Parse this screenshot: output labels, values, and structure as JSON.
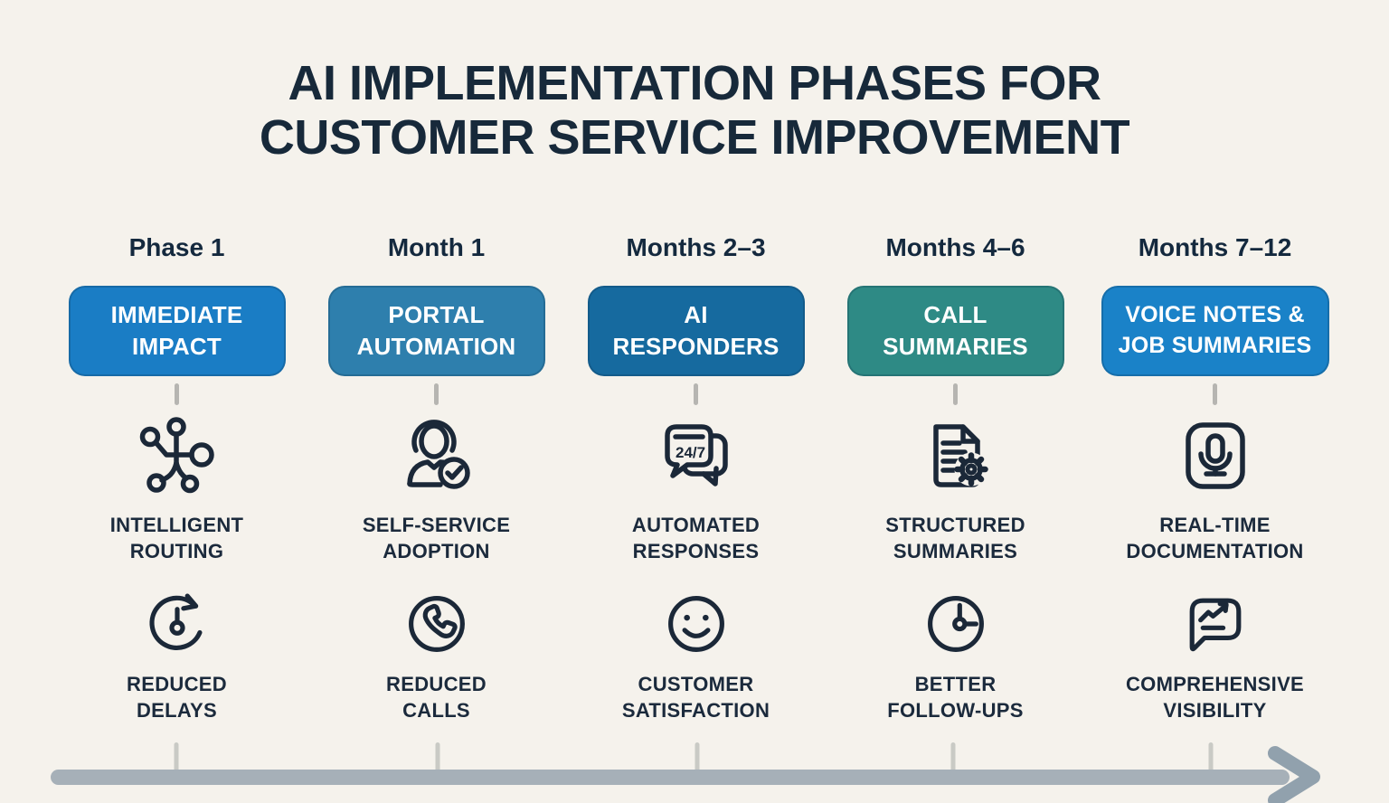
{
  "page": {
    "background": "#f5f2ec",
    "title": "AI IMPLEMENTATION PHASES FOR\nCUSTOMER SERVICE IMPROVEMENT",
    "title_color": "#17293a"
  },
  "timeline": {
    "bar_color": "#a6b0b8",
    "tick_color": "#c9cac5",
    "arrow_color": "#91a1ad",
    "direction": "right"
  },
  "icon_stroke_color": "#1b2838",
  "columns": [
    {
      "phase": "Phase 1",
      "box": {
        "label": "IMMEDIATE\nIMPACT",
        "color": "#1a7dc5",
        "text_color": "#ffffff"
      },
      "items": [
        {
          "icon": "network-hub-icon",
          "label": "INTELLIGENT\nROUTING"
        },
        {
          "icon": "clock-refresh-icon",
          "label": "REDUCED\nDELAYS"
        }
      ]
    },
    {
      "phase": "Month 1",
      "box": {
        "label": "PORTAL\nAUTOMATION",
        "color": "#2e7fad",
        "text_color": "#ffffff"
      },
      "items": [
        {
          "icon": "support-agent-check-icon",
          "label": "SELF-SERVICE\nADOPTION"
        },
        {
          "icon": "phone-call-icon",
          "label": "REDUCED\nCALLS"
        }
      ]
    },
    {
      "phase": "Months 2–3",
      "box": {
        "label": "AI\nRESPONDERS",
        "color": "#166a9f",
        "text_color": "#ffffff"
      },
      "items": [
        {
          "icon": "chat-bubbles-24-7-icon",
          "label": "AUTOMATED\nRESPONSES",
          "badge": "24/7"
        },
        {
          "icon": "smiley-face-icon",
          "label": "CUSTOMER\nSATISFACTION"
        }
      ]
    },
    {
      "phase": "Months 4–6",
      "box": {
        "label": "CALL\nSUMMARIES",
        "color": "#2e8a85",
        "text_color": "#ffffff"
      },
      "items": [
        {
          "icon": "document-gear-icon",
          "label": "STRUCTURED\nSUMMARIES"
        },
        {
          "icon": "clock-icon",
          "label": "BETTER\nFOLLOW-UPS"
        }
      ]
    },
    {
      "phase": "Months 7–12",
      "box": {
        "label": "VOICE NOTES &\nJOB SUMMARIES",
        "color": "#1a82c8",
        "text_color": "#ffffff"
      },
      "items": [
        {
          "icon": "microphone-icon",
          "label": "REAL-TIME\nDOCUMENTATION"
        },
        {
          "icon": "chart-bubble-icon",
          "label": "COMPREHENSIVE\nVISIBILITY"
        }
      ]
    }
  ]
}
